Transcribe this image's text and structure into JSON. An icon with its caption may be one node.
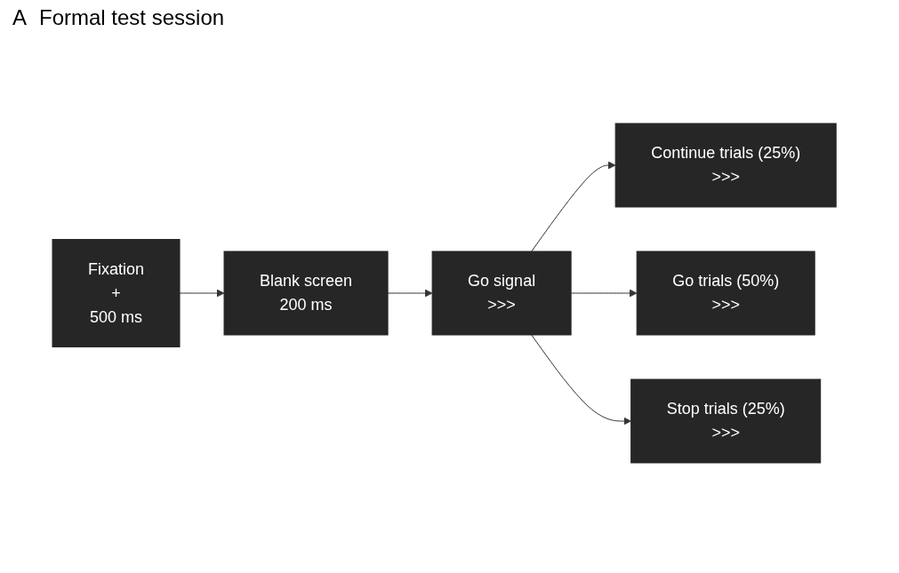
{
  "diagram": {
    "title": "Formal test session",
    "nodes": [
      {
        "text": [
          "Fixation",
          "+",
          "500 ms"
        ]
      },
      {
        "text": [
          "Blank screen",
          "200 ms"
        ]
      },
      {
        "text": [
          "Go signal",
          ">>>"
        ]
      },
      {
        "text": [
          "Continue trials (25%)",
          ">>>"
        ]
      },
      {
        "text": [
          "Go trials (50%)",
          ">>>"
        ]
      },
      {
        "text": [
          "Stop trials (25%)",
          ">>>"
        ]
      }
    ],
    "edges": [
      {
        "from": 0,
        "to": 1,
        "arrow": "to"
      },
      {
        "from": 1,
        "to": 2,
        "arrow": "to"
      },
      {
        "from": 2,
        "to": 3,
        "arrow": "to"
      },
      {
        "from": 2,
        "to": 4,
        "arrow": "to"
      },
      {
        "from": 2,
        "to": 5,
        "arrow": "to"
      }
    ],
    "labels": [
      "A"
    ]
  }
}
